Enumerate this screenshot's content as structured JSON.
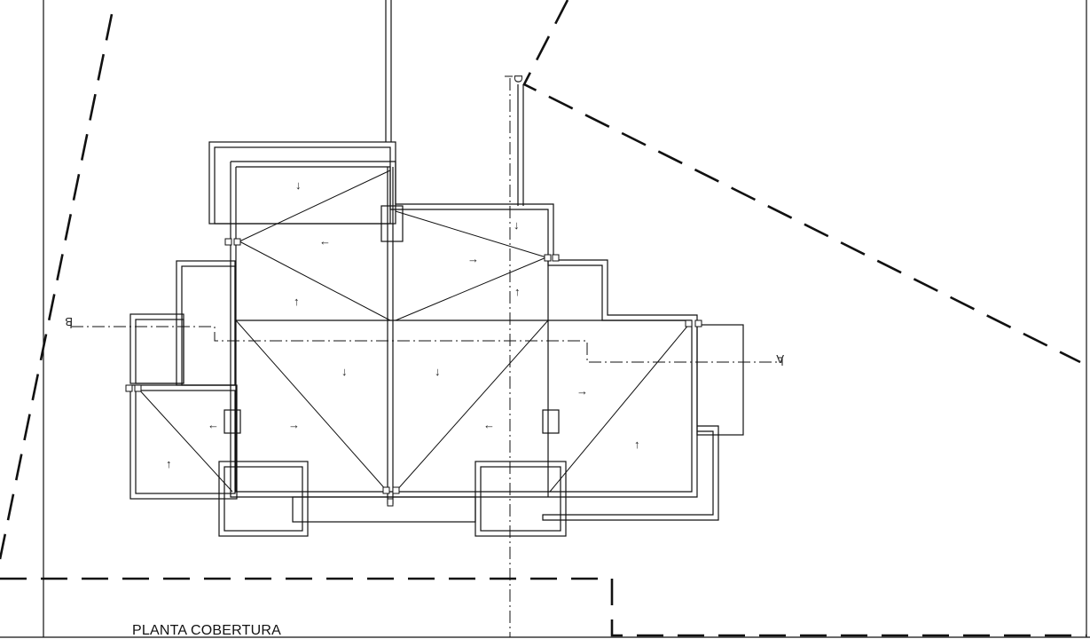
{
  "drawing": {
    "title": "PLANTA COBERTURA",
    "section_labels": {
      "b_left": "B",
      "a_right": "A",
      "d_top": "D"
    },
    "slope_arrows": [
      "↓",
      "←",
      "↓",
      "↑",
      "↑",
      "↓",
      "↓",
      "←",
      "→",
      "→",
      "←",
      "→",
      "↑",
      "↑"
    ]
  },
  "colors": {
    "line": "#111111",
    "background": "#ffffff"
  }
}
